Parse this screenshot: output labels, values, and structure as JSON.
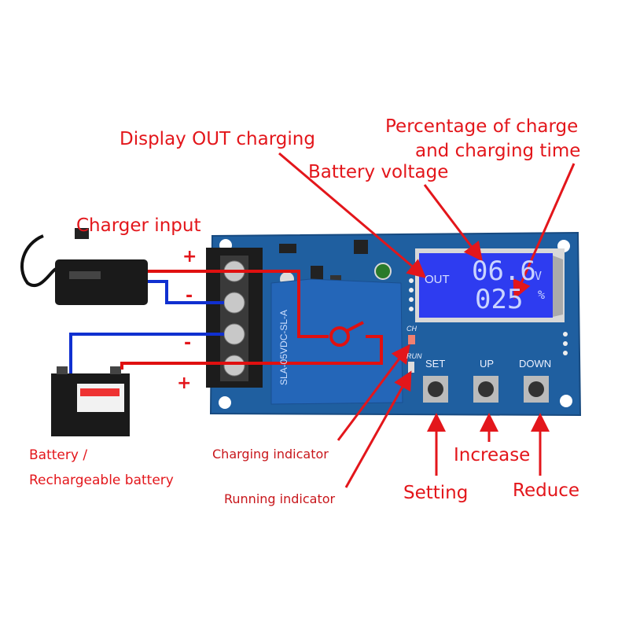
{
  "labels": {
    "display_out": "Display OUT charging",
    "percentage_line1": "Percentage of charge",
    "percentage_line2": "and charging time",
    "battery_voltage": "Battery voltage",
    "charger_input": "Charger input",
    "battery_line1": "Battery /",
    "battery_line2": "Rechargeable battery",
    "charging_indicator": "Charging indicator",
    "running_indicator": "Running indicator",
    "setting": "Setting",
    "increase": "Increase",
    "reduce": "Reduce"
  },
  "terminals": {
    "plus_top": "+",
    "minus_1": "-",
    "minus_2": "-",
    "plus_bottom": "+"
  },
  "lcd": {
    "out": "OUT",
    "voltage": "06.6",
    "voltage_unit": "V",
    "percent": "025",
    "percent_unit": "%"
  },
  "board": {
    "set": "SET",
    "up": "UP",
    "down": "DOWN",
    "ch": "CH",
    "run": "RUN",
    "relay_text": "SLA-05VDC-SL-A"
  },
  "colors": {
    "annotation": "#e3161b",
    "board": "#1f5fa0",
    "lcd": "#2e3cf0",
    "wire_red": "#e01010",
    "wire_blue": "#1030d0"
  }
}
